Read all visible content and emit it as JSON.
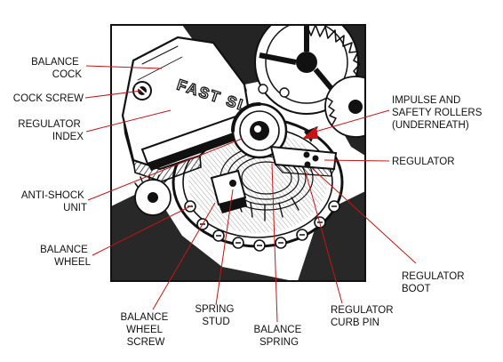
{
  "title": "",
  "colors": {
    "leader": "#c81414",
    "ink": "#111111",
    "background": "#ffffff"
  },
  "labels": {
    "balance_cock": [
      "BALANCE",
      "COCK"
    ],
    "cock_screw": [
      "COCK SCREW"
    ],
    "regulator_index": [
      "REGULATOR",
      "INDEX"
    ],
    "anti_shock_unit": [
      "ANTI-SHOCK",
      "UNIT"
    ],
    "balance_wheel": [
      "BALANCE",
      "WHEEL"
    ],
    "balance_wheel_screw": [
      "BALANCE",
      "WHEEL",
      "SCREW"
    ],
    "spring_stud": [
      "SPRING",
      "STUD"
    ],
    "balance_spring": [
      "BALANCE",
      "SPRING"
    ],
    "regulator_curb_pin": [
      "REGULATOR",
      "CURB PIN"
    ],
    "regulator_boot": [
      "REGULATOR",
      "BOOT"
    ],
    "regulator": [
      "REGULATOR"
    ],
    "impulse_and_safety_rollers": [
      "IMPULSE AND",
      "SAFETY ROLLERS",
      "(UNDERNEATH)"
    ]
  },
  "engraving": "FAST SLOW"
}
